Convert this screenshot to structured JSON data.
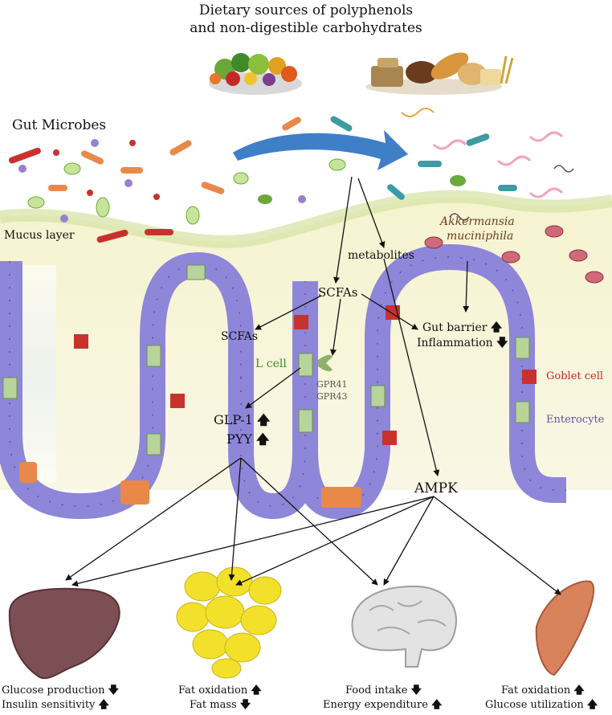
{
  "title": {
    "line1": "Dietary sources of polyphenols",
    "line2": "and non-digestible carbohydrates"
  },
  "labels": {
    "gut_microbes": "Gut Microbes",
    "mucus_layer": "Mucus layer",
    "metabolites": "metabolites",
    "akkermansia_line1": "Akkermansia",
    "akkermansia_line2": "muciniphila",
    "scfas_main": "SCFAs",
    "scfas_side": "SCFAs",
    "gut_barrier": "Gut barrier",
    "inflammation": "Inflammation",
    "l_cell": "L cell",
    "gpr41": "GPR41",
    "gpr43": "GPR43",
    "goblet_cell": "Goblet cell",
    "enterocyte": "Enterocyte",
    "glp1": "GLP-1",
    "pyy": "PYY",
    "ampk": "AMPK"
  },
  "effects": {
    "liver": [
      {
        "text": "Glucose production",
        "direction": "down"
      },
      {
        "text": "Insulin sensitivity",
        "direction": "up"
      }
    ],
    "fat": [
      {
        "text": "Fat oxidation",
        "direction": "up"
      },
      {
        "text": "Fat mass",
        "direction": "down"
      }
    ],
    "brain": [
      {
        "text": "Food intake",
        "direction": "down"
      },
      {
        "text": "Energy expenditure",
        "direction": "up"
      }
    ],
    "muscle": [
      {
        "text": "Fat oxidation",
        "direction": "up"
      },
      {
        "text": "Glucose utilization",
        "direction": "up"
      }
    ]
  },
  "arrow_glyphs": {
    "up": "🡅",
    "down": "🡇"
  },
  "colors": {
    "mucus": "#eef2c8",
    "epithelium": "#8e86d8",
    "goblet": "#c8322e",
    "l_cell": "#b7d49a",
    "flow_arrow": "#3f7fc8",
    "liver": "#7c4f55",
    "fat": "#f2e02a",
    "brain": "#e3e3e3",
    "muscle": "#d9835d",
    "label_green": "#3a8c2c",
    "label_red": "#c62828",
    "label_purple": "#6a4fae",
    "label_brown": "#6b3b1f"
  }
}
